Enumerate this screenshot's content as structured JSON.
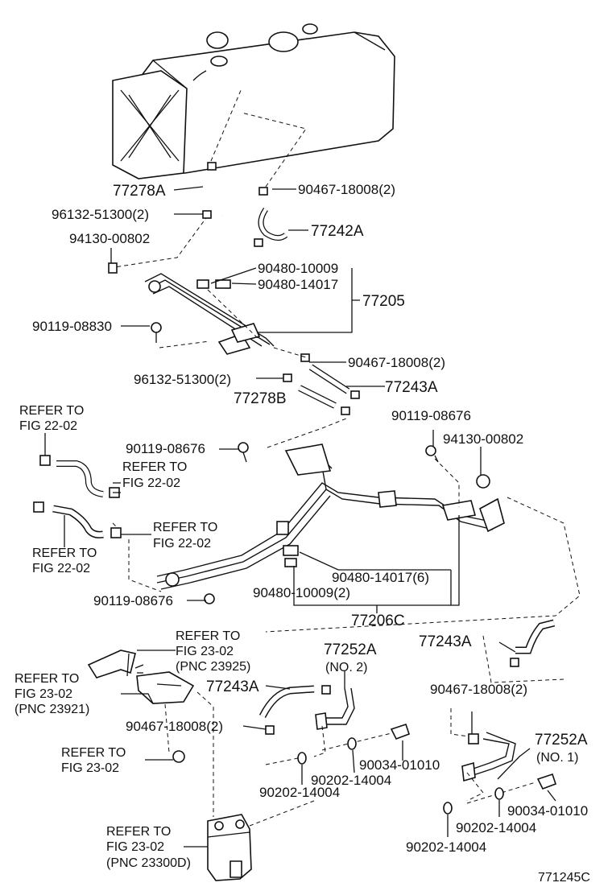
{
  "diagram_code": "771245C",
  "labels": {
    "l_77278a": "77278A",
    "l_90467_1": "90467-18008(2)",
    "l_96132_1": "96132-51300(2)",
    "l_77242a": "77242A",
    "l_94130_1": "94130-00802",
    "l_90480_10009": "90480-10009",
    "l_90480_14017": "90480-14017",
    "l_77205": "77205",
    "l_90119_08830": "90119-08830",
    "l_90467_2": "90467-18008(2)",
    "l_96132_2": "96132-51300(2)",
    "l_77243a_1": "77243A",
    "l_77278b": "77278B",
    "l_90119_08676_r": "90119-08676",
    "l_90119_08676_c": "90119-08676",
    "l_94130_2": "94130-00802",
    "l_90480_14017_6": "90480-14017(6)",
    "l_90480_10009_2": "90480-10009(2)",
    "l_90119_08676_b": "90119-08676",
    "l_77206c": "77206C",
    "l_77243a_2": "77243A",
    "l_77252a_2": "77252A",
    "l_no2": "(NO. 2)",
    "l_77243a_3": "77243A",
    "l_90467_3": "90467-18008(2)",
    "l_90467_4": "90467-18008(2)",
    "l_77252a_1": "77252A",
    "l_no1": "(NO. 1)",
    "l_90034_1": "90034-01010",
    "l_90202_1": "90202-14004",
    "l_90202_2": "90202-14004",
    "l_90034_2": "90034-01010",
    "l_90202_3": "90202-14004",
    "l_90202_4": "90202-14004"
  },
  "refs": {
    "refer_to": "REFER TO",
    "fig_22_02": "FIG 22-02",
    "fig_23_02": "FIG 23-02",
    "pnc_23925": "(PNC 23925)",
    "pnc_23921": "(PNC 23921)",
    "pnc_23300d": "(PNC 23300D)"
  }
}
